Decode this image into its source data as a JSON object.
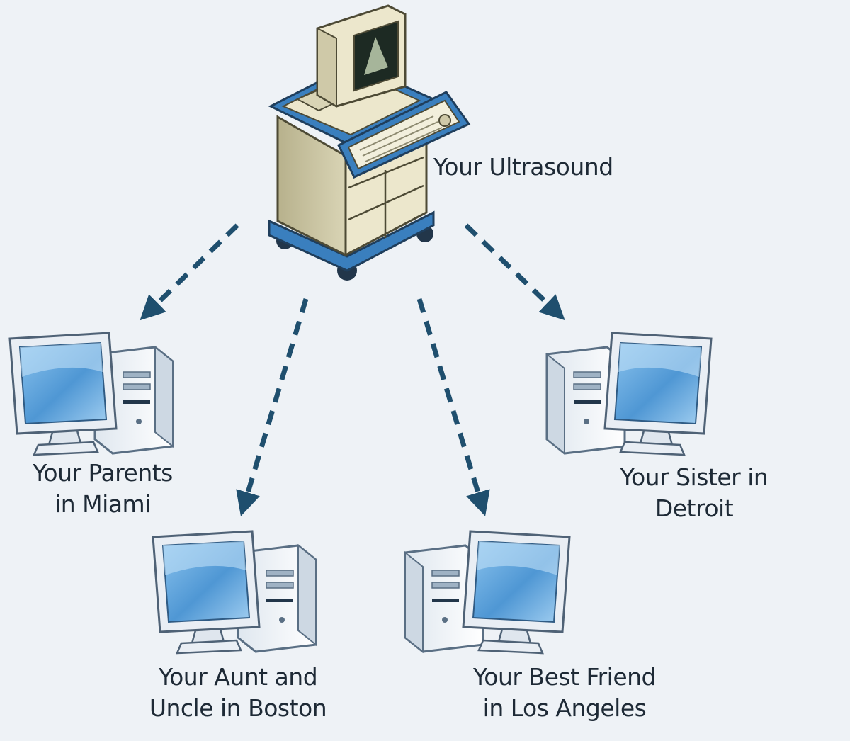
{
  "colors": {
    "background": "#eef2f6",
    "arrow": "#1f4f6e",
    "cart_blue": "#3a7fbe",
    "cart_body": "#c9c3a0",
    "screen_blue": "#5aa2dc",
    "case_white": "#f4f7fb"
  },
  "icons": {
    "source": "ultrasound-machine-icon",
    "targets": "desktop-computer-icon",
    "links": "dashed-arrow-icon"
  },
  "source": {
    "label": "Your Ultrasound"
  },
  "targets": [
    {
      "id": "parents",
      "lines": [
        "Your Parents",
        "in Miami"
      ]
    },
    {
      "id": "aunt-uncle",
      "lines": [
        "Your Aunt and",
        "Uncle in Boston"
      ]
    },
    {
      "id": "best-friend",
      "lines": [
        "Your Best Friend",
        "in Los Angeles"
      ]
    },
    {
      "id": "sister",
      "lines": [
        "Your Sister in",
        "Detroit"
      ]
    }
  ]
}
